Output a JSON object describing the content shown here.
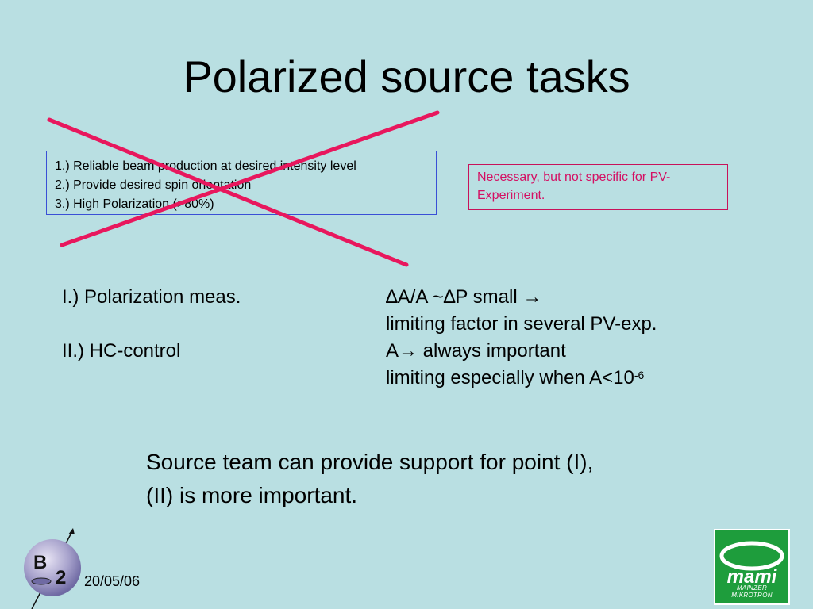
{
  "slide": {
    "title": "Polarized source tasks",
    "tasks": [
      "1.) Reliable beam production at desired intensity level",
      "2.) Provide desired spin orientation",
      "3.) High Polarization (>80%)"
    ],
    "note": "Necessary, but not specific for PV-Experiment.",
    "rows": {
      "r1_left": "I.) Polarization meas.",
      "r1_right": "∆A/A ~∆P small →",
      "r2_right": "limiting factor in several  PV-exp.",
      "r3_left": "II.) HC-control",
      "r3_right": "A→ always important",
      "r4_right": "limiting especially when A<10",
      "r4_exponent": "-6"
    },
    "support_line1": "Source team can provide support for point  (I),",
    "support_line2": "(II) is more important.",
    "footer_date": "20/05/06",
    "logo_left_text": "B2",
    "logo_right_caption": "MAINZER MIKROTRON",
    "logo_right_word": "mami"
  },
  "colors": {
    "background": "#b9dfe2",
    "cross": "#e8175d",
    "task_border": "#3a4fd6",
    "note_text": "#d41063",
    "logo_green": "#1e9d3c"
  }
}
